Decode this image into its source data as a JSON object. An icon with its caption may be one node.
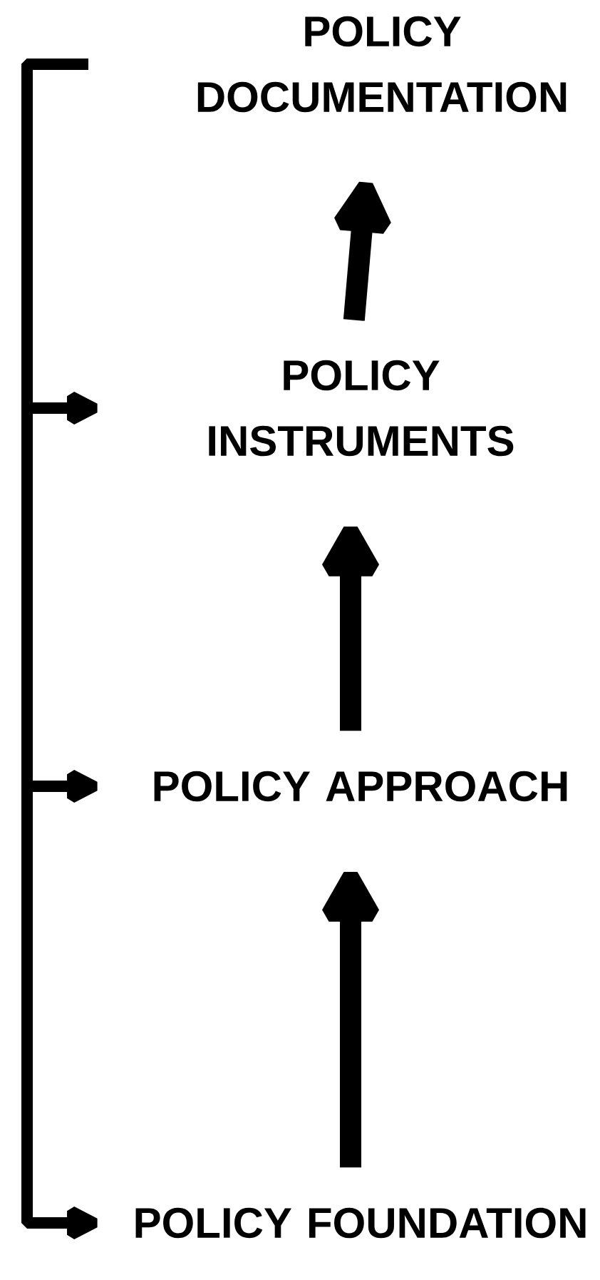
{
  "diagram": {
    "nodes": [
      {
        "text": [
          "POLICY DOCUMENTATION"
        ]
      },
      {
        "text": [
          "POLICY INSTRUMENTS"
        ]
      },
      {
        "text": [
          "POLICY APPROACH"
        ]
      },
      {
        "text": [
          "POLICY FOUNDATION"
        ]
      }
    ],
    "edges": [
      {
        "from": 3,
        "to": 2,
        "arrow": "to",
        "style": "thick"
      },
      {
        "from": 2,
        "to": 1,
        "arrow": "to",
        "style": "thick"
      },
      {
        "from": 1,
        "to": 0,
        "arrow": "to",
        "style": "thick"
      },
      {
        "from": 0,
        "to": 1,
        "arrow": "to"
      },
      {
        "from": 0,
        "to": 2,
        "arrow": "to"
      },
      {
        "from": 0,
        "to": 3,
        "arrow": "to"
      }
    ]
  }
}
